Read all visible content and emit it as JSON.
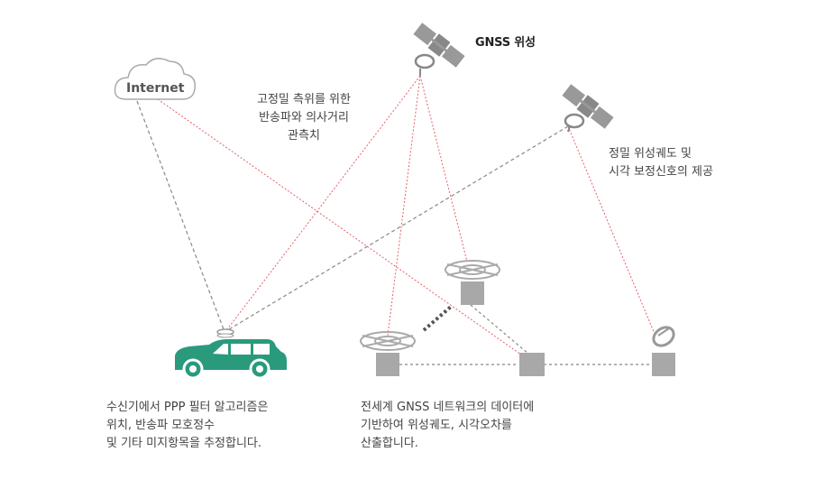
{
  "internet": {
    "label": "Internet"
  },
  "satellite_main": {
    "label": "GNSS 위성"
  },
  "annotations": {
    "precise_positioning": [
      "고정밀 측위를 위한",
      "반송파와 의사거리",
      "관측치"
    ],
    "orbit_clock": [
      "정밀 위성궤도 및",
      "시각 보정신호의 제공"
    ],
    "receiver_desc": [
      "수신기에서 PPP 필터 알고리즘은",
      "위치, 반송파 모호정수",
      "및  기타 미지항목을 추정합니다."
    ],
    "network_desc": [
      "전세계 GNSS 네트워크의 데이터에",
      "기반하여 위성궤도, 시각오차를",
      "산출합니다."
    ]
  },
  "colors": {
    "accent_red": "#e8606a",
    "dashed_gray": "#888888",
    "car_green": "#2a9a7d",
    "station_gray": "#a8a8a8",
    "icon_gray": "#9a9a9a"
  }
}
